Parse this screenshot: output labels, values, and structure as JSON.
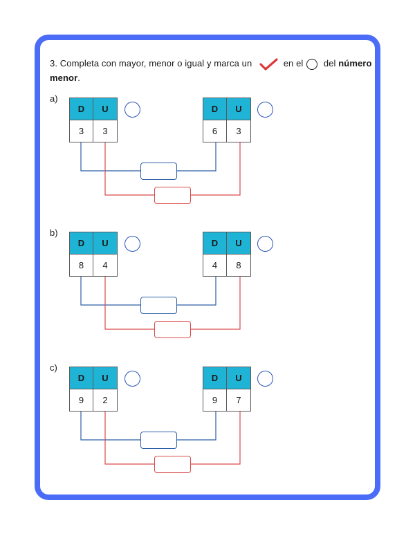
{
  "instruction": {
    "part1": "3. Completa con mayor, menor o igual y marca un",
    "part2": "en el",
    "part3": "del",
    "bold": "número menor",
    "end": "."
  },
  "icons": {
    "check": "checkmark-icon",
    "circle": "circle-icon"
  },
  "colors": {
    "frame": "#4a6cf7",
    "header": "#1fb3d6",
    "blue_line": "#2b5ea8",
    "red_line": "#d94a4a"
  },
  "exercises": [
    {
      "label": "a)",
      "left": {
        "head": [
          "D",
          "U"
        ],
        "digits": [
          "3",
          "3"
        ]
      },
      "right": {
        "head": [
          "D",
          "U"
        ],
        "digits": [
          "6",
          "3"
        ]
      }
    },
    {
      "label": "b)",
      "left": {
        "head": [
          "D",
          "U"
        ],
        "digits": [
          "8",
          "4"
        ]
      },
      "right": {
        "head": [
          "D",
          "U"
        ],
        "digits": [
          "4",
          "8"
        ]
      }
    },
    {
      "label": "c)",
      "left": {
        "head": [
          "D",
          "U"
        ],
        "digits": [
          "9",
          "2"
        ]
      },
      "right": {
        "head": [
          "D",
          "U"
        ],
        "digits": [
          "9",
          "7"
        ]
      }
    }
  ]
}
